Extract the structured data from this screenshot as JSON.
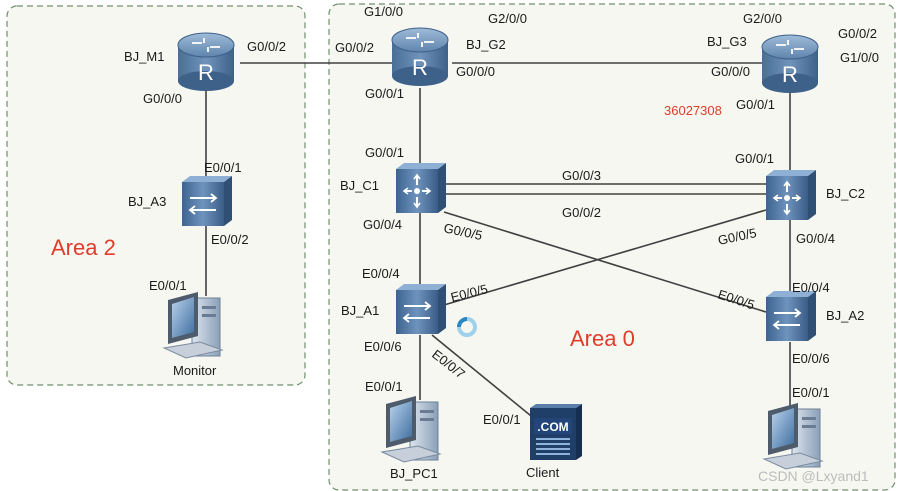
{
  "areas": [
    {
      "id": "area2",
      "label": "Area 2"
    },
    {
      "id": "area0",
      "label": "Area 0"
    }
  ],
  "watermark": "36027308",
  "credit": "CSDN @Lxyand1",
  "devices": {
    "BJ_M1": {
      "name": "BJ_M1",
      "type": "router",
      "icon": "router-icon"
    },
    "BJ_G2": {
      "name": "BJ_G2",
      "type": "router",
      "icon": "router-icon"
    },
    "BJ_G3": {
      "name": "BJ_G3",
      "type": "router",
      "icon": "router-icon"
    },
    "BJ_C1": {
      "name": "BJ_C1",
      "type": "l3-switch",
      "icon": "l3-switch-icon"
    },
    "BJ_C2": {
      "name": "BJ_C2",
      "type": "l3-switch",
      "icon": "l3-switch-icon"
    },
    "BJ_A1": {
      "name": "BJ_A1",
      "type": "l2-switch",
      "icon": "l2-switch-icon"
    },
    "BJ_A2": {
      "name": "BJ_A2",
      "type": "l2-switch",
      "icon": "l2-switch-icon"
    },
    "BJ_A3": {
      "name": "BJ_A3",
      "type": "l2-switch",
      "icon": "l2-switch-icon"
    },
    "Monitor": {
      "name": "Monitor",
      "type": "pc",
      "icon": "pc-icon"
    },
    "BJ_PC1": {
      "name": "BJ_PC1",
      "type": "pc",
      "icon": "pc-icon"
    },
    "BJ_PC2": {
      "name": "",
      "type": "pc",
      "icon": "pc-icon"
    },
    "Client": {
      "name": "Client",
      "type": "server",
      "icon": "server-icon",
      "badge": ".COM"
    }
  },
  "links": [
    {
      "a": "BJ_M1",
      "a_port": "G0/0/2",
      "b": "BJ_G2",
      "b_port": "G0/0/2"
    },
    {
      "a": "BJ_G2",
      "a_port": "G0/0/0",
      "b": "BJ_G3",
      "b_port": "G0/0/0"
    },
    {
      "a": "BJ_M1",
      "a_port": "G0/0/0",
      "b": "BJ_A3",
      "b_port": "E0/0/1"
    },
    {
      "a": "BJ_A3",
      "a_port": "E0/0/2",
      "b": "Monitor",
      "b_port": "E0/0/1"
    },
    {
      "a": "BJ_G2",
      "a_port": "G0/0/1",
      "b": "BJ_C1",
      "b_port": "G0/0/1"
    },
    {
      "a": "BJ_G3",
      "a_port": "G0/0/1",
      "b": "BJ_C2",
      "b_port": "G0/0/1"
    },
    {
      "a": "BJ_C1",
      "a_port": "G0/0/3",
      "b": "BJ_C2",
      "b_port": ""
    },
    {
      "a": "BJ_C1",
      "a_port": "G0/0/2",
      "b": "BJ_C2",
      "b_port": ""
    },
    {
      "a": "BJ_C1",
      "a_port": "G0/0/4",
      "b": "BJ_A1",
      "b_port": "E0/0/4"
    },
    {
      "a": "BJ_C2",
      "a_port": "G0/0/4",
      "b": "BJ_A2",
      "b_port": "E0/0/4"
    },
    {
      "a": "BJ_C1",
      "a_port": "G0/0/5",
      "b": "BJ_A2",
      "b_port": "E0/0/5"
    },
    {
      "a": "BJ_C2",
      "a_port": "G0/0/5",
      "b": "BJ_A1",
      "b_port": "E0/0/5"
    },
    {
      "a": "BJ_A1",
      "a_port": "E0/0/6",
      "b": "BJ_PC1",
      "b_port": "E0/0/1"
    },
    {
      "a": "BJ_A1",
      "a_port": "E0/0/7",
      "b": "Client",
      "b_port": "E0/0/1"
    },
    {
      "a": "BJ_A2",
      "a_port": "E0/0/6",
      "b": "BJ_PC2",
      "b_port": "E0/0/1"
    }
  ],
  "unused_ports": {
    "BJ_G2": [
      "G1/0/0",
      "G2/0/0"
    ],
    "BJ_G3": [
      "G2/0/0",
      "G0/0/2",
      "G1/0/0"
    ]
  }
}
